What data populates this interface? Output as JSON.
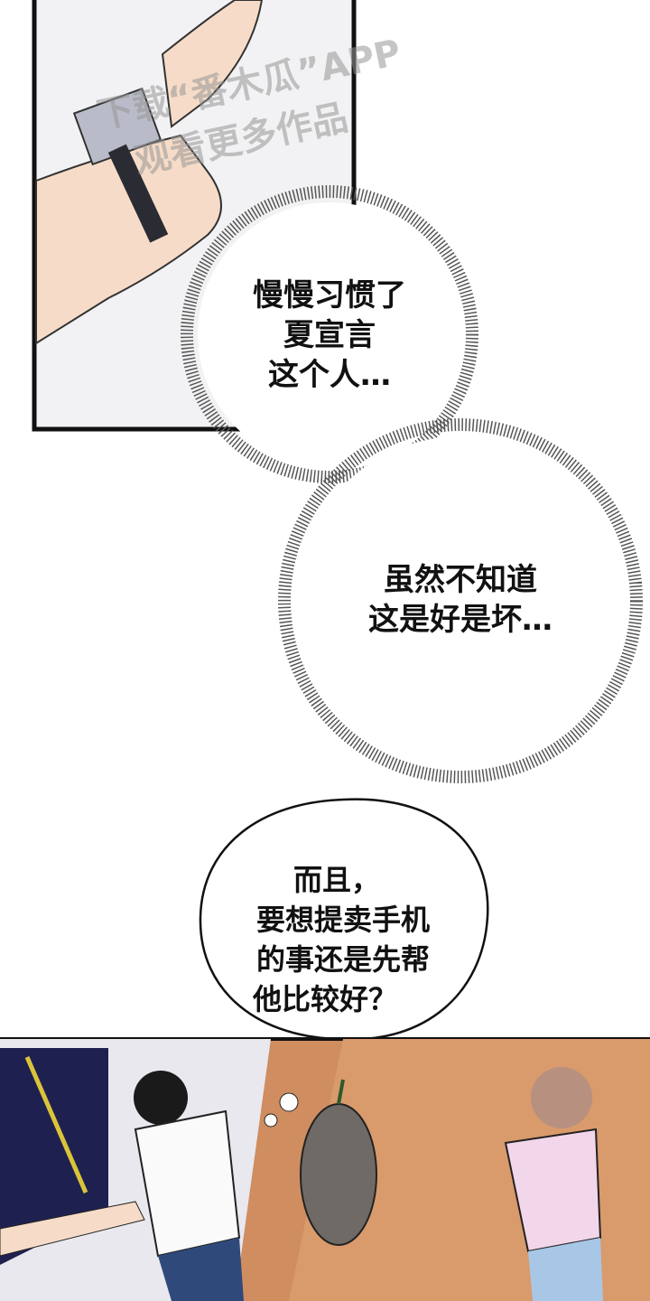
{
  "watermark": {
    "line1": "下载“番木瓜”APP",
    "line2": "观看更多作品"
  },
  "bubbles": [
    {
      "type": "thought-spiky",
      "lines": [
        "慢慢习惯了",
        "夏宣言",
        "这个人…"
      ]
    },
    {
      "type": "thought-spiky",
      "lines": [
        "虽然不知道",
        "这是好是坏…"
      ]
    },
    {
      "type": "speech",
      "lines": [
        "而且，",
        "要想提卖手机",
        "的事还是先帮",
        "他比较好？"
      ]
    }
  ],
  "colors": {
    "panel_border": "#111111",
    "floor": "#c9855a",
    "skin": "#f6dcc8",
    "pink_shirt": "#f2d6ea"
  }
}
